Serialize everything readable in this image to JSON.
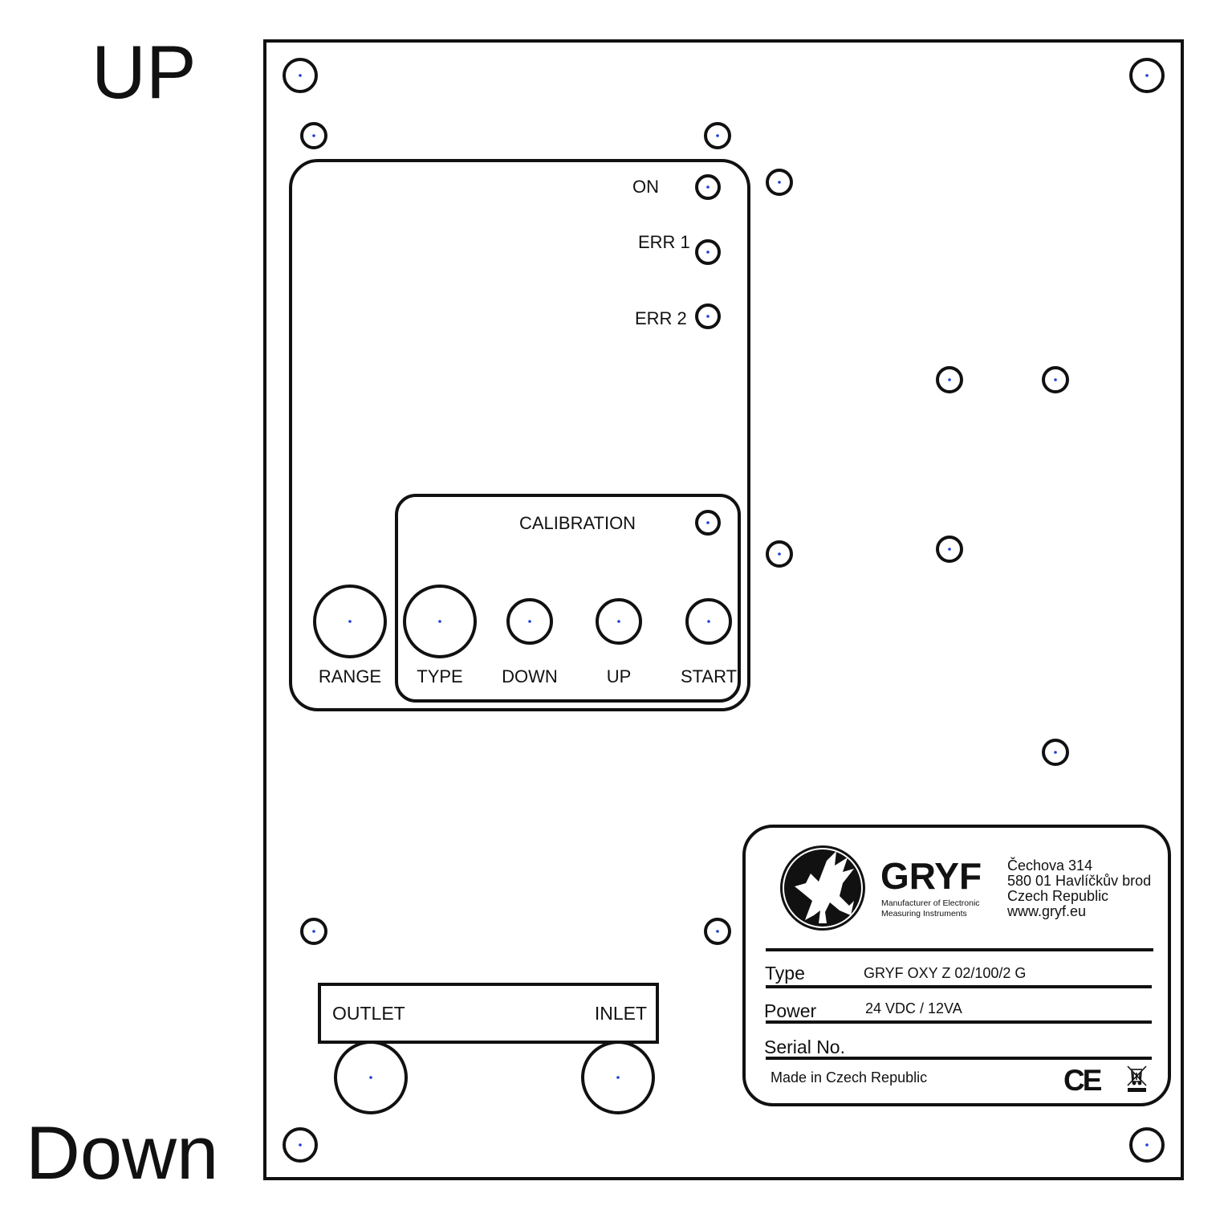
{
  "orientation": {
    "top": "UP",
    "bottom": "Down"
  },
  "indicators": {
    "on": "ON",
    "err1": "ERR 1",
    "err2": "ERR 2"
  },
  "calibration": {
    "title": "CALIBRATION"
  },
  "buttons": {
    "range": "RANGE",
    "type": "TYPE",
    "down": "DOWN",
    "up": "UP",
    "start": "START"
  },
  "ports": {
    "outlet": "OUTLET",
    "inlet": "INLET"
  },
  "nameplate": {
    "brand": "GRYF",
    "tagline_1": "Manufacturer of Electronic",
    "tagline_2": "Measuring Instruments",
    "address_1": "Čechova 314",
    "address_2": "580 01 Havlíčkův brod",
    "address_3": "Czech Republic",
    "web": "www.gryf.eu",
    "type_label": "Type",
    "type_value": "GRYF OXY  Z 02/100/2 G",
    "power_label": "Power",
    "power_value": "24 VDC / 12VA",
    "serial_label": "Serial No.",
    "origin": "Made in Czech Republic",
    "ce_mark": "CE"
  },
  "colors": {
    "line": "#111111",
    "center_mark": "#1f3fd8",
    "background": "#ffffff"
  },
  "icons": {
    "logo": "griffin-logo-icon",
    "ce": "ce-mark-icon",
    "weee": "weee-bin-icon"
  }
}
